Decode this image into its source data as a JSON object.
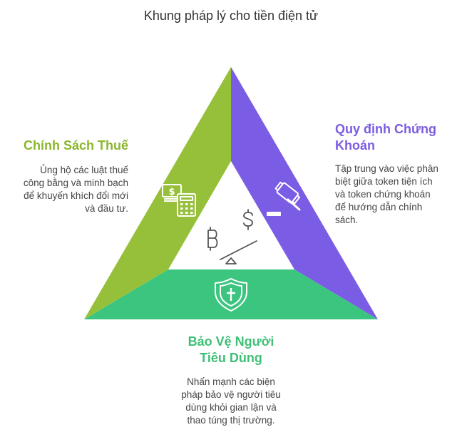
{
  "title": "Khung pháp lý cho tiền điện tử",
  "colors": {
    "tax": "#97c03a",
    "securities": "#7b5ce4",
    "consumer": "#3cc57f",
    "icon": "#ffffff",
    "center_icon": "#555555"
  },
  "sections": {
    "tax": {
      "heading_lines": [
        "Chính Sách Thuế"
      ],
      "description_lines": [
        "Ủng hộ các luật thuế",
        "công bằng và minh bạch",
        "để khuyến khích đổi mới",
        "và đầu tư."
      ],
      "icon": "money-calculator-icon"
    },
    "securities": {
      "heading_lines": [
        "Quy định Chứng",
        "Khoán"
      ],
      "description_lines": [
        "Tập trung vào việc phân",
        "biệt giữa token tiện ích",
        "và token chứng khoán",
        "để hướng dẫn chính",
        "sách."
      ],
      "icon": "gavel-icon"
    },
    "consumer": {
      "heading_lines": [
        "Bảo Vệ Người",
        "Tiêu Dùng"
      ],
      "description_lines": [
        "Nhấn mạnh các biện",
        "pháp bảo vệ người tiêu",
        "dùng khỏi gian lận và",
        "thao túng thị trường."
      ],
      "icon": "shield-cross-icon"
    }
  },
  "center_icon": "bitcoin-dollar-balance-icon"
}
